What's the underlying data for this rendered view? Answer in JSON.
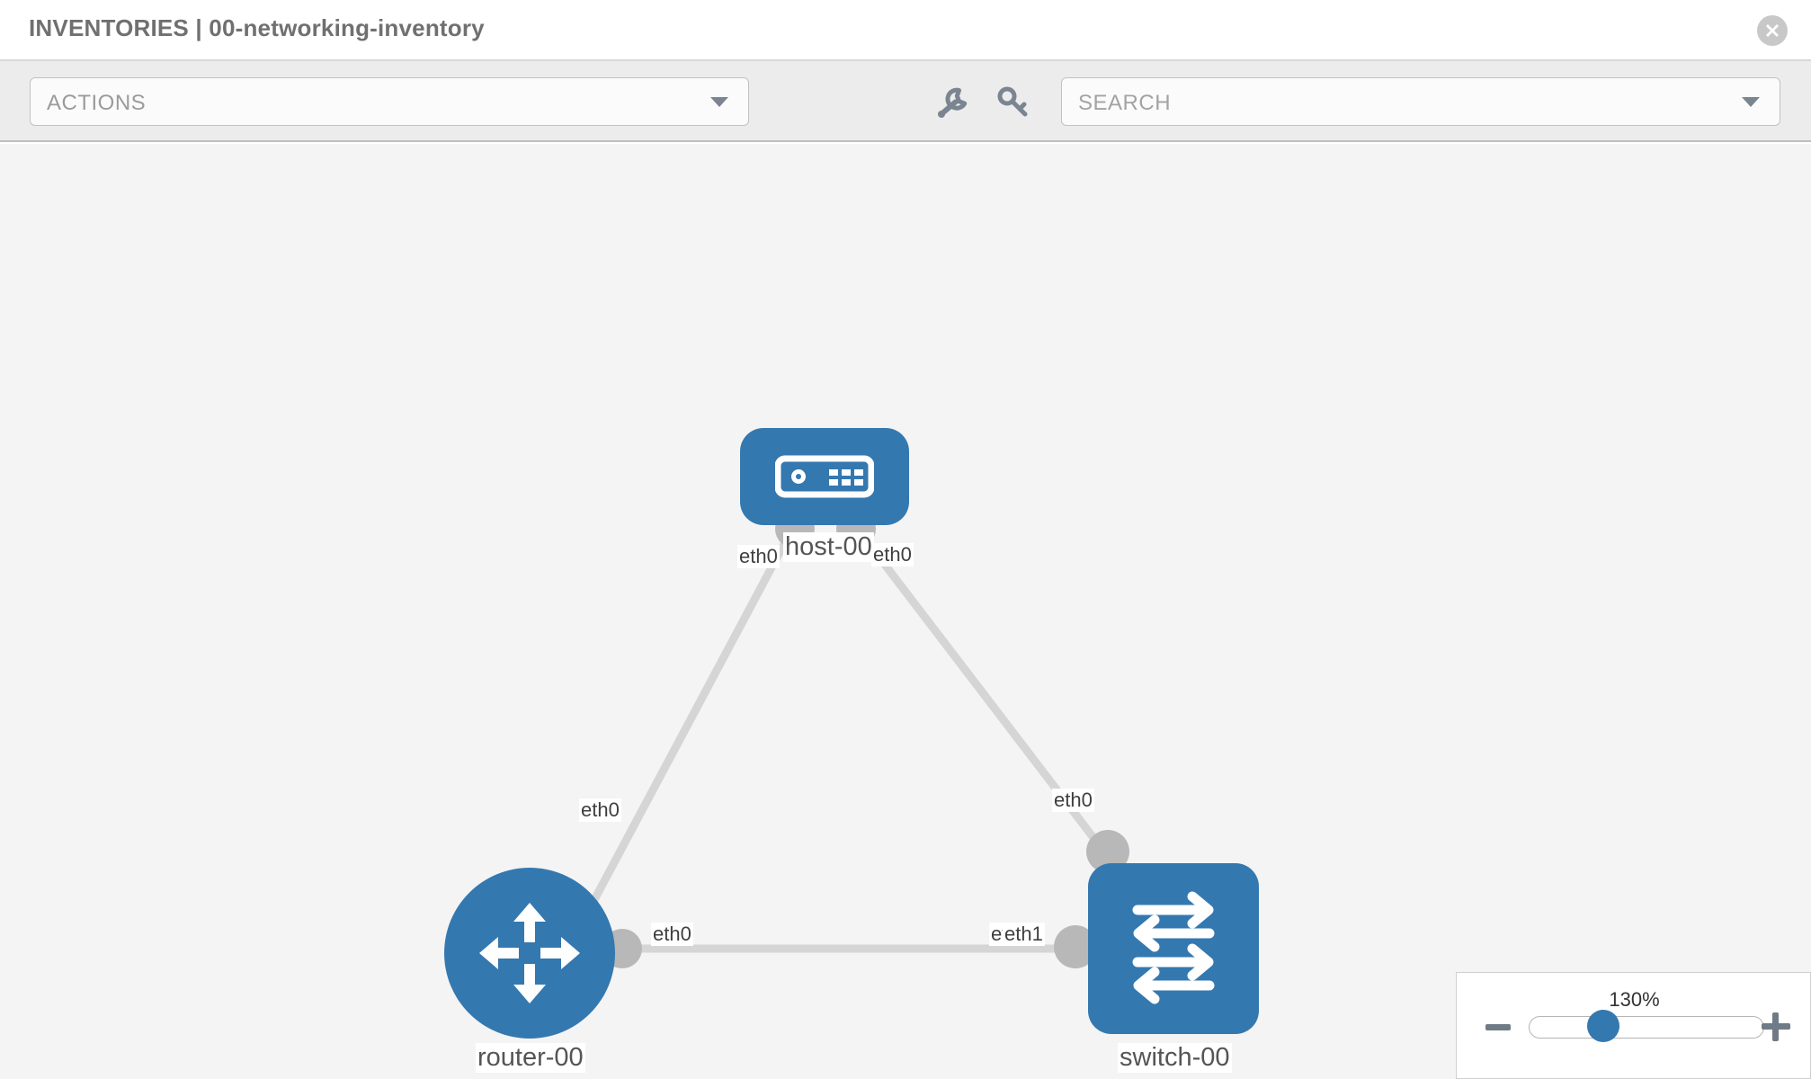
{
  "header": {
    "title": "INVENTORIES | 00-networking-inventory",
    "close_icon": "close-icon"
  },
  "toolbar": {
    "actions_label": "ACTIONS",
    "actions_caret_icon": "chevron-down-icon",
    "wrench_icon": "wrench-icon",
    "key_icon": "key-icon",
    "search_placeholder": "SEARCH",
    "search_value": "",
    "search_caret_icon": "chevron-down-icon"
  },
  "topology": {
    "nodes": [
      {
        "id": "host-00",
        "label": "host-00",
        "type": "host",
        "icon": "server-icon",
        "shape": "rounded-rect",
        "color": "#3478b0"
      },
      {
        "id": "router-00",
        "label": "router-00",
        "type": "router",
        "icon": "router-icon",
        "shape": "circle",
        "color": "#3478b0"
      },
      {
        "id": "switch-00",
        "label": "switch-00",
        "type": "switch",
        "icon": "switch-icon",
        "shape": "rounded-square",
        "color": "#3478b0"
      }
    ],
    "links": [
      {
        "from": "host-00",
        "from_interface": "eth0",
        "to": "router-00",
        "to_interface": "eth0"
      },
      {
        "from": "host-00",
        "from_interface": "eth0",
        "to": "switch-00",
        "to_interface": "eth0"
      },
      {
        "from": "router-00",
        "from_interface": "eth0",
        "to": "switch-00",
        "to_interface": "eth1"
      }
    ],
    "interface_labels": {
      "host_left": "eth0",
      "host_right": "eth0",
      "router_to_host": "eth0",
      "switch_to_host": "eth0",
      "router_to_switch": "eth0",
      "switch_to_router_a": "eth",
      "switch_to_router_b": "eth1"
    },
    "link_color": "#d5d5d5",
    "port_color": "#b8b8b8"
  },
  "zoom_control": {
    "value_label": "130%",
    "minus_icon": "minus-icon",
    "plus_icon": "plus-icon",
    "slider_name": "zoom-slider"
  }
}
